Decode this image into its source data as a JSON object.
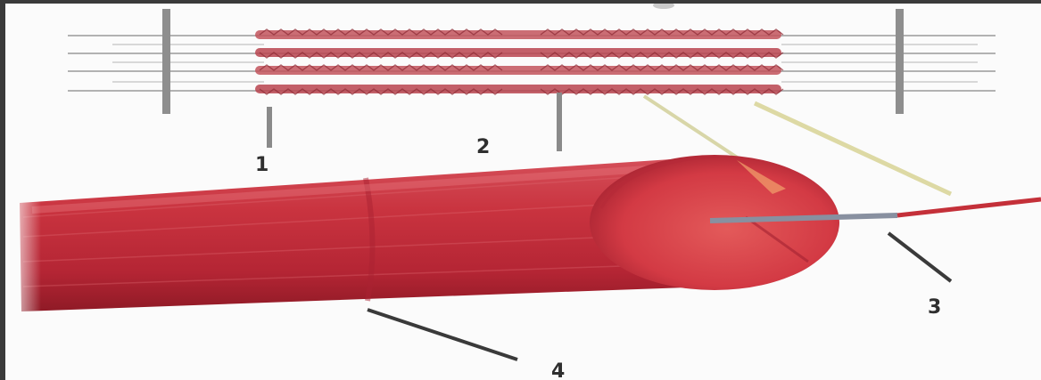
{
  "diagram": {
    "labels": {
      "z_disc": "1",
      "m_line": "2",
      "myofibril": "3",
      "muscle_fiber": "4"
    },
    "colors": {
      "background": "#fbfbfb",
      "frame": "#3a3a3a",
      "fiber": "#c4303c",
      "fiber_dark": "#9e1f2b",
      "myofilament": "#b5434e",
      "z_disc": "#8a8a8a",
      "leader": "#3a3a3a"
    }
  }
}
